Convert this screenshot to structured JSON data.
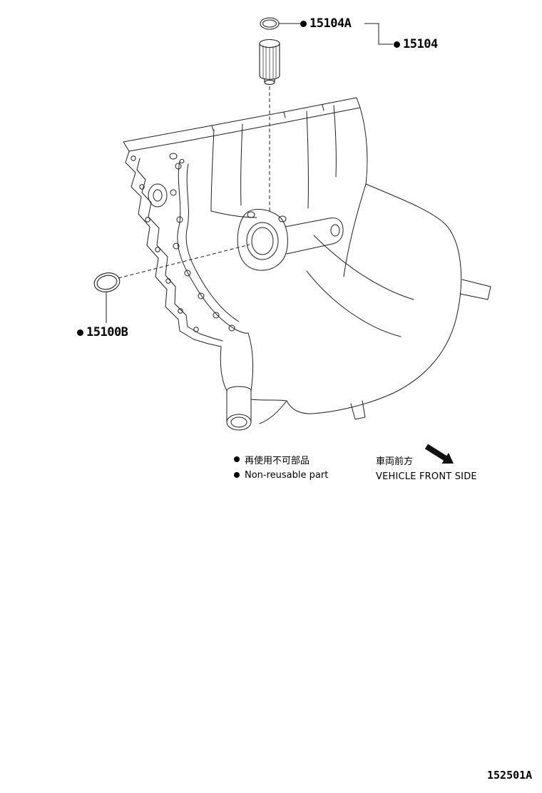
{
  "page": {
    "code": "152501A"
  },
  "parts": [
    {
      "number": "15104A"
    },
    {
      "number": "15104"
    },
    {
      "number": "15100B"
    }
  ],
  "legend": {
    "jp": "再使用不可部品",
    "en": "Non-reusable part"
  },
  "front": {
    "jp": "車両前方",
    "en": "VEHICLE FRONT SIDE"
  },
  "colors": {
    "line": "#1f1f1f",
    "text": "#000000",
    "bg": "#ffffff"
  }
}
